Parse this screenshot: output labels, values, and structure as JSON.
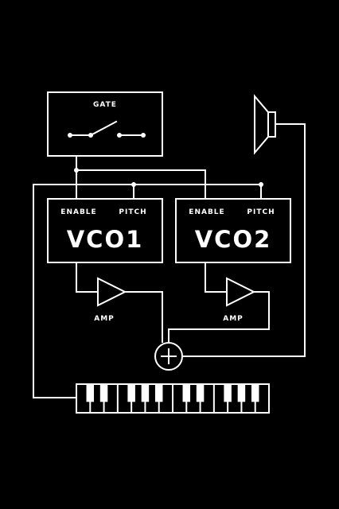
{
  "colors": {
    "background": "#000000",
    "line": "#ffffff"
  },
  "gate": {
    "label": "GATE"
  },
  "vco1": {
    "enable_label": "ENABLE",
    "pitch_label": "PITCH",
    "title": "VCO1"
  },
  "vco2": {
    "enable_label": "ENABLE",
    "pitch_label": "PITCH",
    "title": "VCO2"
  },
  "amp1": {
    "label": "AMP"
  },
  "amp2": {
    "label": "AMP"
  },
  "mixer": {
    "icon": "plus-circle-icon"
  },
  "speaker": {
    "icon": "speaker-icon"
  },
  "keyboard": {
    "white_keys": 14,
    "black_keys": 10
  }
}
